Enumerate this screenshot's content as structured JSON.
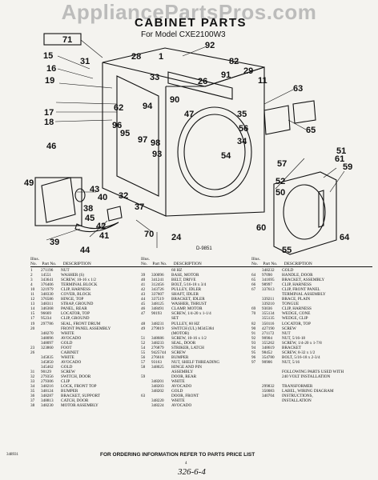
{
  "watermark": "AppliancePartsPros.com",
  "header": {
    "title": "CABINET PARTS",
    "subtitle": "For Model CXE2100W3"
  },
  "diagram": {
    "drawing_number": "D-9851",
    "callouts": [
      "71",
      "92",
      "1",
      "28",
      "31",
      "15",
      "16",
      "19",
      "17",
      "18",
      "82",
      "29",
      "91",
      "26",
      "33",
      "62",
      "96",
      "95",
      "97",
      "98",
      "93",
      "47",
      "35",
      "56",
      "34",
      "94",
      "90",
      "11",
      "63",
      "65",
      "46",
      "49",
      "43",
      "40",
      "32",
      "37",
      "38",
      "42",
      "41",
      "39",
      "44",
      "55",
      "64",
      "52",
      "50",
      "51",
      "57",
      "61",
      "59",
      "70",
      "54",
      "45",
      "60",
      "24"
    ]
  },
  "parts_table": {
    "columns": [
      {
        "headers": [
          "Illus. No.",
          "Part No.",
          "DESCRIPTION"
        ],
        "rows": [
          [
            "1",
            "271196",
            "NUT"
          ],
          [
            "2",
            "14551",
            "WASHER (S)"
          ],
          [
            "3",
            "343641",
            "SCREW, 10-16 x 1/2"
          ],
          [
            "4",
            "376406",
            "TERMINAL BLOCK"
          ],
          [
            "10",
            "321979",
            "CLIP, HARNESS"
          ],
          [
            "11",
            "348330",
            "COVER, BLOCK"
          ],
          [
            "12",
            "376586",
            "HINGE, TOP"
          ],
          [
            "13",
            "348311",
            "STRAP, GROUND"
          ],
          [
            "14",
            "346368",
            "PANEL, REAR"
          ],
          [
            "15",
            "96669",
            "LOCATOR, TOP"
          ],
          [
            "17",
            "95234",
            "CLIP, GROUND"
          ],
          [
            "19",
            "297786",
            "SEAL, FRONT DRUM"
          ],
          [
            "20",
            "",
            "FRONT PANEL ASSEMBLY"
          ],
          [
            "",
            "348270",
            "WHITE"
          ],
          [
            "",
            "348096",
            "AVOCADO"
          ],
          [
            "",
            "348097",
            "GOLD"
          ],
          [
            "23",
            "323860",
            "FOOT"
          ],
          [
            "26",
            "",
            "CABINET"
          ],
          [
            "",
            "345835",
            "WHITE"
          ],
          [
            "",
            "345850",
            "AVOCADO"
          ],
          [
            "",
            "345462",
            "GOLD"
          ],
          [
            "31",
            "90129",
            "SCREW"
          ],
          [
            "32",
            "279356",
            "SWITCH, DOOR"
          ],
          [
            "33",
            "279306",
            "CLIP"
          ],
          [
            "34",
            "348216",
            "LOCK, FRONT TOP"
          ],
          [
            "35",
            "348124",
            "BUMPER"
          ],
          [
            "36",
            "348287",
            "BRACKET, SUPPORT"
          ],
          [
            "37",
            "348813",
            "CATCH, DOOR"
          ],
          [
            "38",
            "348230",
            "MOTOR ASSEMBLY"
          ]
        ]
      },
      {
        "headers": [
          "Illus. No.",
          "Part No.",
          "DESCRIPTION"
        ],
        "rows": [
          [
            "",
            "",
            "60 HZ"
          ],
          [
            "39",
            "330096",
            "BASE, MOTOR"
          ],
          [
            "40",
            "341241",
            "BELT, DRIVE"
          ],
          [
            "41",
            "312456",
            "BOLT, 5/16-18 x 3/4"
          ],
          [
            "42",
            "343726",
            "PULLEY, IDLER"
          ],
          [
            "43",
            "337607",
            "SHAFT, IDLER"
          ],
          [
            "44",
            "337519",
            "BRACKET, IDLER"
          ],
          [
            "45",
            "348125",
            "WASHER, THRUST"
          ],
          [
            "46",
            "348491",
            "CLAMP, MOTOR"
          ],
          [
            "47",
            "90193",
            "SCREW, 1/4-20 x 1-1/4"
          ],
          [
            "",
            "",
            "SET"
          ],
          [
            "48",
            "348231",
            "PULLEY, 60 HZ"
          ],
          [
            "49",
            "279019",
            "SWITCH (UL) M345384"
          ],
          [
            "",
            "",
            "(MOTOR)"
          ],
          [
            "51",
            "348686",
            "SCREW, 10-16 x 1/2"
          ],
          [
            "52",
            "348233",
            "SEAL, DOOR"
          ],
          [
            "54",
            "276879",
            "STRIKER, LATCH"
          ],
          [
            "55",
            "9425744",
            "SCREW"
          ],
          [
            "56",
            "276618",
            "BUMPER"
          ],
          [
            "57",
            "93163",
            "NUT, SHELF THREADING"
          ],
          [
            "58",
            "348025",
            "HINGE AND PIN"
          ],
          [
            "",
            "",
            "ASSEMBLY"
          ],
          [
            "59",
            "",
            "DOOR, REAR"
          ],
          [
            "",
            "348201",
            "WHITE"
          ],
          [
            "",
            "348203",
            "AVOCADO"
          ],
          [
            "",
            "348202",
            "GOLD"
          ],
          [
            "63",
            "",
            "DOOR, FRONT"
          ],
          [
            "",
            "348220",
            "WHITE"
          ],
          [
            "",
            "348224",
            "AVOCADO"
          ]
        ]
      },
      {
        "headers": [
          "Illus. No.",
          "Part No.",
          "DESCRIPTION"
        ],
        "rows": [
          [
            "",
            "348232",
            "GOLD"
          ],
          [
            "64",
            "97090",
            "HANDLE, DOOR"
          ],
          [
            "65",
            "341695",
            "BRACKET, ASSEMBLY"
          ],
          [
            "66",
            "98997",
            "CLIP, HARNESS"
          ],
          [
            "67",
            "337613",
            "CLIP, FRONT PANEL"
          ],
          [
            "",
            "",
            "TERMINAL ASSEMBLY"
          ],
          [
            "",
            "339211",
            "BRACE, PLAIN"
          ],
          [
            "",
            "339210",
            "TONGUE"
          ],
          [
            "69",
            "93036",
            "CLIP, HARNESS"
          ],
          [
            "70",
            "355134",
            "WEDGE, CONE"
          ],
          [
            "",
            "355135",
            "WEDGE, CLIP"
          ],
          [
            "82",
            "350116",
            "LOCATOR, TOP"
          ],
          [
            "90",
            "427190",
            "SCREW"
          ],
          [
            "91",
            "271172",
            "NUT"
          ],
          [
            "92",
            "90904",
            "NUT, 5/16-18"
          ],
          [
            "93",
            "355262",
            "SCREW, 1/4-20 x 1-7/8"
          ],
          [
            "94",
            "348619",
            "BRACKET"
          ],
          [
            "95",
            "98452",
            "SCREW, 8-32 x 1/2"
          ],
          [
            "96",
            "354780",
            "BOLT, 5/16-18 x 2-3/4"
          ],
          [
            "97",
            "90906",
            "NUT, 5/16"
          ],
          [
            "",
            "",
            ""
          ],
          [
            "",
            "",
            "FOLLOWING PARTS USED WITH"
          ],
          [
            "",
            "",
            "240 VOLT INSTALLATION"
          ],
          [
            "",
            "",
            ""
          ],
          [
            "",
            "299832",
            "TRANSFORMER"
          ],
          [
            "",
            "350083",
            "LABEL, WIRING DIAGRAM"
          ],
          [
            "",
            "340704",
            "INSTRUCTIONS,"
          ],
          [
            "",
            "",
            "INSTALLATION"
          ]
        ]
      }
    ]
  },
  "footer": {
    "notice": "FOR ORDERING INFORMATION REFER TO PARTS PRICE LIST",
    "doc_number": "348931",
    "page_number": "4",
    "handwritten_note": "326-6-4"
  }
}
